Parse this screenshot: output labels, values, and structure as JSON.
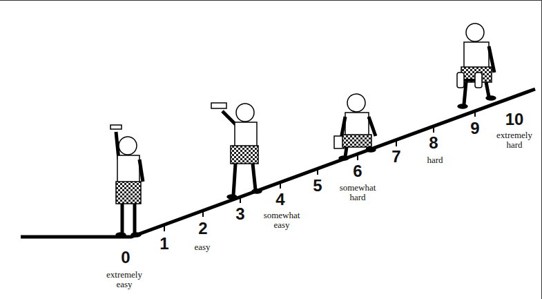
{
  "diagram": {
    "labels": [
      "0",
      "extremely easy",
      "1",
      "2",
      "easy",
      "3",
      "4",
      "somewhat easy",
      "5",
      "6",
      "somewhat hard",
      "7",
      "8",
      "hard",
      "9",
      "10",
      "extremely hard"
    ]
  }
}
